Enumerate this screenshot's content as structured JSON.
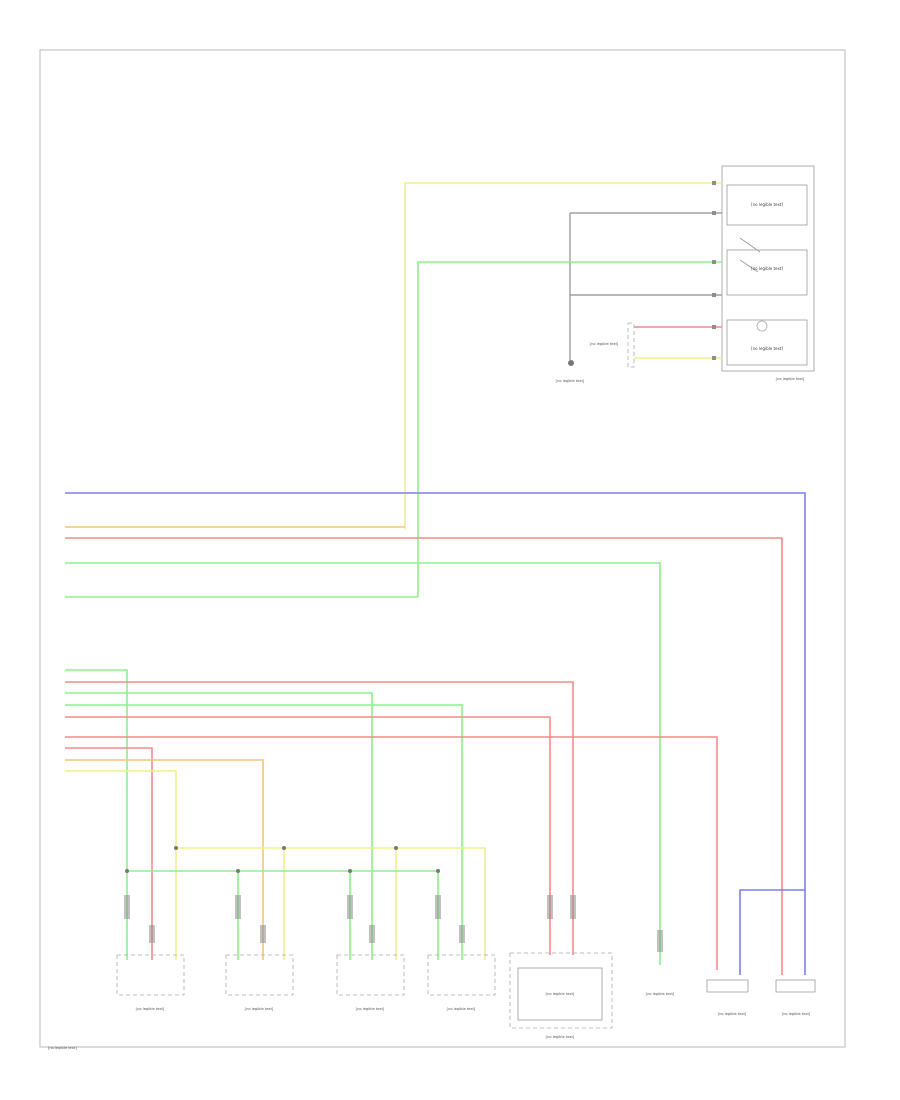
{
  "diagram": {
    "footer_code": "[no legible text]",
    "colors": {
      "yellow": "#f3ef8a",
      "light_green": "#8ef08e",
      "red": "#f58a8a",
      "blue": "#7f7ff2",
      "orange": "#f6c27a",
      "black": "#8e8e8e",
      "frame": "#b8b8b8"
    },
    "components": {
      "top_right_module": {
        "label_1": "[no legible text]",
        "label_2": "[no legible text]",
        "label_3": "[no legible text]",
        "caption": "[no legible text]"
      },
      "hood_sensor_caption": "[no legible text]",
      "ground_caption": "[no legible text]",
      "bottom_sensors": [
        {
          "id": "sensor-1",
          "caption": "[no legible text]"
        },
        {
          "id": "sensor-2",
          "caption": "[no legible text]"
        },
        {
          "id": "sensor-3",
          "caption": "[no legible text]"
        },
        {
          "id": "sensor-4",
          "caption": "[no legible text]"
        }
      ],
      "control_unit": {
        "inner_text": "[no legible text]",
        "caption": "[no legible text]"
      },
      "ground_point_caption": "[no legible text]",
      "horn_1_caption": "[no legible text]",
      "horn_2_caption": "[no legible text]"
    }
  }
}
